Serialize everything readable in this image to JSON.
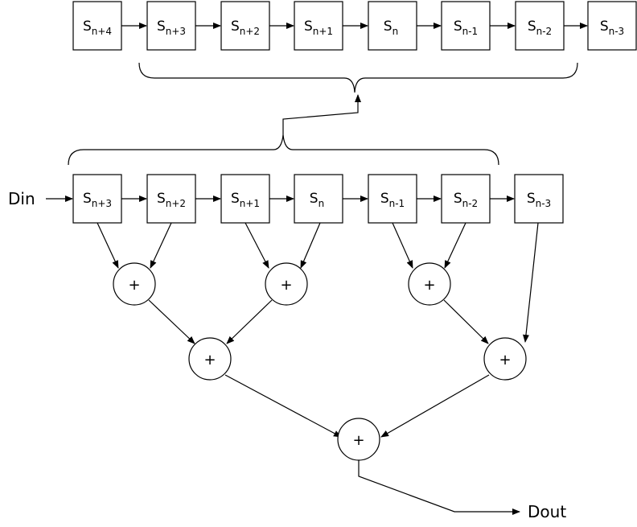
{
  "top_register": [
    {
      "base": "S",
      "sub": "n+4"
    },
    {
      "base": "S",
      "sub": "n+3"
    },
    {
      "base": "S",
      "sub": "n+2"
    },
    {
      "base": "S",
      "sub": "n+1"
    },
    {
      "base": "S",
      "sub": "n"
    },
    {
      "base": "S",
      "sub": "n-1"
    },
    {
      "base": "S",
      "sub": "n-2"
    },
    {
      "base": "S",
      "sub": "n-3"
    }
  ],
  "bottom_register": [
    {
      "base": "S",
      "sub": "n+3"
    },
    {
      "base": "S",
      "sub": "n+2"
    },
    {
      "base": "S",
      "sub": "n+1"
    },
    {
      "base": "S",
      "sub": "n"
    },
    {
      "base": "S",
      "sub": "n-1"
    },
    {
      "base": "S",
      "sub": "n-2"
    },
    {
      "base": "S",
      "sub": "n-3"
    }
  ],
  "input_label": "Din",
  "output_label": "Dout",
  "adder_symbol": "+"
}
